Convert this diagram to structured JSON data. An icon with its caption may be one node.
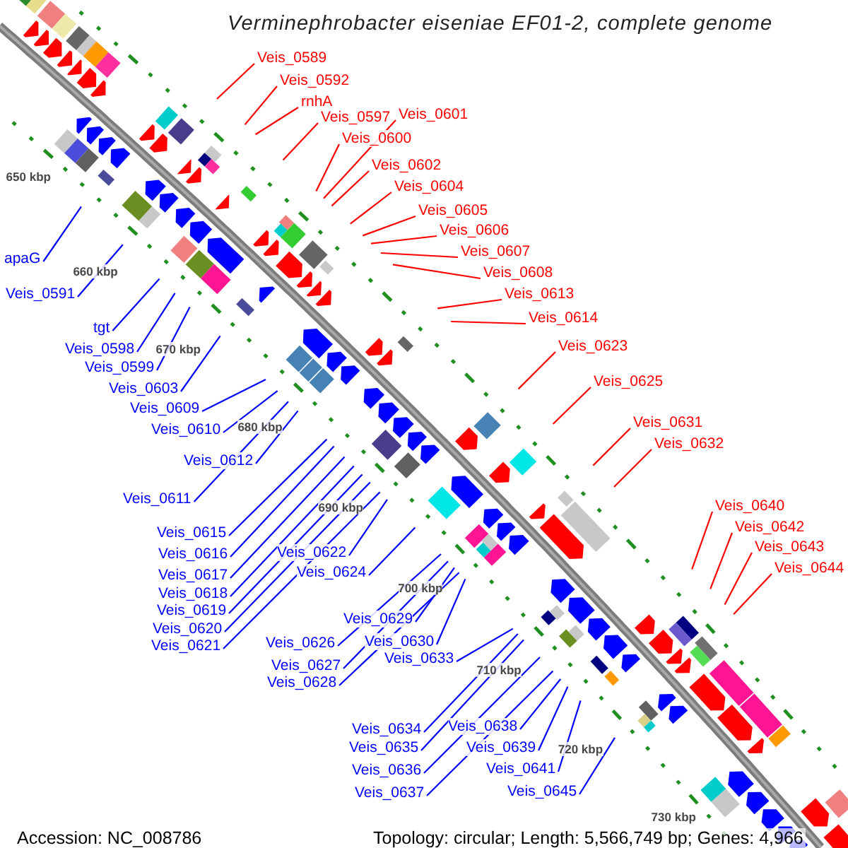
{
  "diagram": {
    "title": "Verminephrobacter eiseniae EF01-2, complete genome",
    "nodes": [
      {
        "text": [
          "Veis_0589"
        ]
      },
      {
        "text": [
          "Veis_0592"
        ]
      },
      {
        "text": [
          "rnhA"
        ]
      },
      {
        "text": [
          "Veis_0597"
        ]
      },
      {
        "text": [
          "Veis_0601"
        ]
      },
      {
        "text": [
          "Veis_0600"
        ]
      },
      {
        "text": [
          "Veis_0602"
        ]
      },
      {
        "text": [
          "Veis_0604"
        ]
      },
      {
        "text": [
          "Veis_0605"
        ]
      },
      {
        "text": [
          "Veis_0606"
        ]
      },
      {
        "text": [
          "Veis_0607"
        ]
      },
      {
        "text": [
          "apaG"
        ]
      },
      {
        "text": [
          "Veis_0608"
        ]
      },
      {
        "text": [
          "Veis_0591"
        ]
      },
      {
        "text": [
          "Veis_0613"
        ]
      },
      {
        "text": [
          "Veis_0614"
        ]
      },
      {
        "text": [
          "tgt"
        ]
      },
      {
        "text": [
          "Veis_0623"
        ]
      },
      {
        "text": [
          "Veis_0598"
        ]
      },
      {
        "text": [
          "Veis_0599"
        ]
      },
      {
        "text": [
          "Veis_0625"
        ]
      },
      {
        "text": [
          "Veis_0603"
        ]
      },
      {
        "text": [
          "Veis_0609"
        ]
      },
      {
        "text": [
          "Veis_0631"
        ]
      },
      {
        "text": [
          "Veis_0610"
        ]
      },
      {
        "text": [
          "Veis_0632"
        ]
      },
      {
        "text": [
          "Veis_0612"
        ]
      },
      {
        "text": [
          "Veis_0611"
        ]
      },
      {
        "text": [
          "Veis_0640"
        ]
      },
      {
        "text": [
          "Veis_0642"
        ]
      },
      {
        "text": [
          "Veis_0615"
        ]
      },
      {
        "text": [
          "Veis_0643"
        ]
      },
      {
        "text": [
          "Veis_0616"
        ]
      },
      {
        "text": [
          "Veis_0622"
        ]
      },
      {
        "text": [
          "Veis_0644"
        ]
      },
      {
        "text": [
          "Veis_0617"
        ]
      },
      {
        "text": [
          "Veis_0624"
        ]
      },
      {
        "text": [
          "Veis_0618"
        ]
      },
      {
        "text": [
          "Veis_0619"
        ]
      },
      {
        "text": [
          "Veis_0629"
        ]
      },
      {
        "text": [
          "Veis_0620"
        ]
      },
      {
        "text": [
          "Veis_0621"
        ]
      },
      {
        "text": [
          "Veis_0626"
        ]
      },
      {
        "text": [
          "Veis_0630"
        ]
      },
      {
        "text": [
          "Veis_0633"
        ]
      },
      {
        "text": [
          "Veis_0627"
        ]
      },
      {
        "text": [
          "Veis_0628"
        ]
      },
      {
        "text": [
          "Veis_0634"
        ]
      },
      {
        "text": [
          "Veis_0638"
        ]
      },
      {
        "text": [
          "Veis_0635"
        ]
      },
      {
        "text": [
          "Veis_0639"
        ]
      },
      {
        "text": [
          "Veis_0636"
        ]
      },
      {
        "text": [
          "Veis_0641"
        ]
      },
      {
        "text": [
          "Veis_0637"
        ]
      },
      {
        "text": [
          "Veis_0645"
        ]
      }
    ],
    "edges": [
      {
        "from": 0,
        "to": null,
        "arrow": "none",
        "color": "#ff0000"
      },
      {
        "from": 1,
        "to": null,
        "arrow": "none",
        "color": "#ff0000"
      },
      {
        "from": 2,
        "to": null,
        "arrow": "none",
        "color": "#ff0000"
      },
      {
        "from": 3,
        "to": null,
        "arrow": "none",
        "color": "#ff0000"
      },
      {
        "from": 4,
        "to": null,
        "arrow": "none",
        "color": "#ff0000"
      },
      {
        "from": 5,
        "to": null,
        "arrow": "none",
        "color": "#ff0000"
      },
      {
        "from": 6,
        "to": null,
        "arrow": "none",
        "color": "#ff0000"
      },
      {
        "from": 7,
        "to": null,
        "arrow": "none",
        "color": "#ff0000"
      },
      {
        "from": 8,
        "to": null,
        "arrow": "none",
        "color": "#ff0000"
      },
      {
        "from": 9,
        "to": null,
        "arrow": "none",
        "color": "#ff0000"
      },
      {
        "from": 10,
        "to": null,
        "arrow": "none",
        "color": "#ff0000"
      },
      {
        "from": 11,
        "to": null,
        "arrow": "none"
      },
      {
        "from": 12,
        "to": null,
        "arrow": "none",
        "color": "#ff0000"
      },
      {
        "from": 13,
        "to": null,
        "arrow": "none"
      },
      {
        "from": 14,
        "to": null,
        "arrow": "none",
        "color": "#ff0000"
      },
      {
        "from": 15,
        "to": null,
        "arrow": "none",
        "color": "#ff0000"
      },
      {
        "from": 16,
        "to": null,
        "arrow": "none"
      },
      {
        "from": 17,
        "to": null,
        "arrow": "none",
        "color": "#ff0000"
      },
      {
        "from": 18,
        "to": null,
        "arrow": "none"
      },
      {
        "from": 19,
        "to": null,
        "arrow": "none"
      },
      {
        "from": 20,
        "to": null,
        "arrow": "none",
        "color": "#ff0000"
      },
      {
        "from": 21,
        "to": null,
        "arrow": "none"
      },
      {
        "from": 22,
        "to": null,
        "arrow": "none"
      },
      {
        "from": 23,
        "to": null,
        "arrow": "none",
        "color": "#ff0000"
      },
      {
        "from": 24,
        "to": null,
        "arrow": "none"
      },
      {
        "from": 25,
        "to": null,
        "arrow": "none",
        "color": "#ff0000"
      },
      {
        "from": 26,
        "to": null,
        "arrow": "none"
      },
      {
        "from": 27,
        "to": null,
        "arrow": "none"
      },
      {
        "from": 28,
        "to": null,
        "arrow": "none",
        "color": "#ff0000"
      },
      {
        "from": 29,
        "to": null,
        "arrow": "none",
        "color": "#ff0000"
      },
      {
        "from": 30,
        "to": null,
        "arrow": "none"
      },
      {
        "from": 31,
        "to": null,
        "arrow": "none",
        "color": "#ff0000"
      },
      {
        "from": 32,
        "to": null,
        "arrow": "none"
      },
      {
        "from": 33,
        "to": null,
        "arrow": "none"
      },
      {
        "from": 34,
        "to": null,
        "arrow": "none",
        "color": "#ff0000"
      },
      {
        "from": 35,
        "to": null,
        "arrow": "none"
      },
      {
        "from": 36,
        "to": null,
        "arrow": "none"
      },
      {
        "from": 37,
        "to": null,
        "arrow": "none"
      },
      {
        "from": 38,
        "to": null,
        "arrow": "none"
      },
      {
        "from": 39,
        "to": null,
        "arrow": "none"
      },
      {
        "from": 40,
        "to": null,
        "arrow": "none"
      },
      {
        "from": 41,
        "to": null,
        "arrow": "none"
      },
      {
        "from": 42,
        "to": null,
        "arrow": "none"
      },
      {
        "from": 43,
        "to": null,
        "arrow": "none"
      },
      {
        "from": 44,
        "to": null,
        "arrow": "none"
      },
      {
        "from": 45,
        "to": null,
        "arrow": "none"
      },
      {
        "from": 46,
        "to": null,
        "arrow": "none"
      },
      {
        "from": 47,
        "to": null,
        "arrow": "none"
      },
      {
        "from": 48,
        "to": null,
        "arrow": "none"
      },
      {
        "from": 49,
        "to": null,
        "arrow": "none"
      },
      {
        "from": 50,
        "to": null,
        "arrow": "none"
      },
      {
        "from": 51,
        "to": null,
        "arrow": "none"
      },
      {
        "from": 52,
        "to": null,
        "arrow": "none"
      },
      {
        "from": 53,
        "to": null,
        "arrow": "none"
      },
      {
        "from": 54,
        "to": null,
        "arrow": "none"
      }
    ],
    "labels": [
      "650 kbp",
      "660 kbp",
      "670 kbp",
      "680 kbp",
      "690 kbp",
      "700 kbp",
      "710 kbp",
      "720 kbp",
      "730 kbp",
      "Accession: NC_008786",
      "Topology: circular; Length: 5,566,749 bp; Genes: 4,966"
    ]
  }
}
